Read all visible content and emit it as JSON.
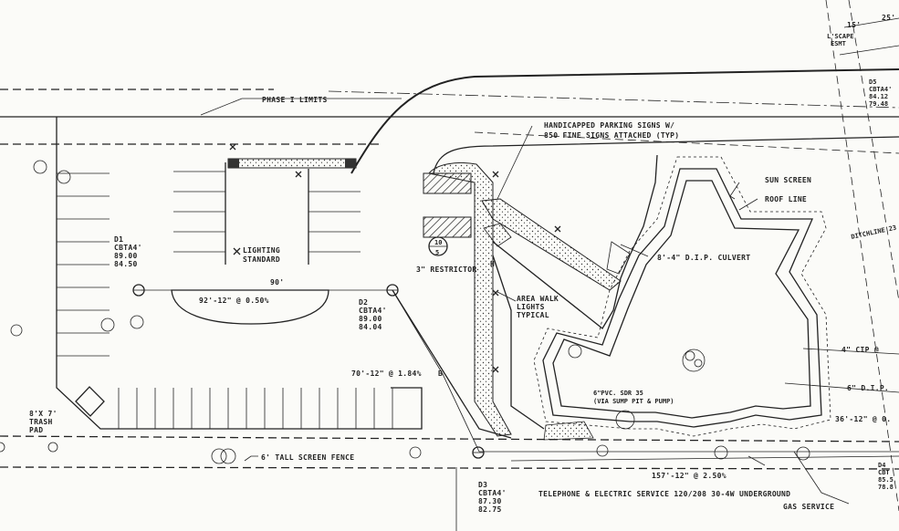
{
  "labels": {
    "phase_limits": "PHASE I LIMITS",
    "handicapped_1": "HANDICAPPED PARKING SIGNS W/",
    "handicapped_2": "850 FINE SIGNS ATTACHED (TYP)",
    "sun_screen": "SUN SCREEN",
    "roof_line": "ROOF LINE",
    "lighting_1": "LIGHTING",
    "lighting_2": "STANDARD",
    "culvert": "8'-4\" D.I.P. CULVERT",
    "restricted": "3\" RESTRICTOR",
    "area_walk_1": "AREA WALK",
    "area_walk_2": "LIGHTS",
    "area_walk_3": "TYPICAL",
    "pipe_92": "92'-12\" @ 0.50%",
    "pipe_70": "70'-12\" @ 1.84%",
    "pipe_157": "157'-12\" @ 2.50%",
    "pipe_36": "36'-12\" @ 0.",
    "cip": "4\" CIP @",
    "dip": "6\" D.I.P.",
    "pvc_1": "6\"PVC. SDR 35",
    "pvc_2": "(VIA SUMP PIT & PUMP)",
    "trash_1": "8'X 7'",
    "trash_2": "TRASH",
    "trash_3": "PAD",
    "screen_fence": "6' TALL SCREEN FENCE",
    "telephone": "TELEPHONE & ELECTRIC SERVICE 120/208 30-4W UNDERGROUND",
    "gas": "GAS SERVICE",
    "scape_1": "L'SCAPE",
    "scape_2": "ESMT",
    "dim_15": "15'",
    "dim_25": "25'",
    "angle": "90'",
    "sign_num": "10",
    "sign_den": "5",
    "marker_b": "B",
    "marker_h": "H",
    "ditch": "DITCHLINE 23"
  },
  "structures": {
    "d1": {
      "name": "D1",
      "type": "CBTA4'",
      "top": "89.00",
      "inv": "84.50"
    },
    "d2": {
      "name": "D2",
      "type": "CBTA4'",
      "top": "89.00",
      "inv": "84.04"
    },
    "d3": {
      "name": "D3",
      "type": "CBTA4'",
      "top": "87.30",
      "inv": "82.75"
    },
    "d5": {
      "name": "D5",
      "type": "CBTA4'",
      "top": "84.12",
      "inv": "79.48"
    },
    "d4": {
      "name": "D4",
      "type": "CBT",
      "top": "85.5",
      "inv": "78.8"
    }
  },
  "colors": {
    "ink": "#222222",
    "paper": "#fbfbf8"
  }
}
